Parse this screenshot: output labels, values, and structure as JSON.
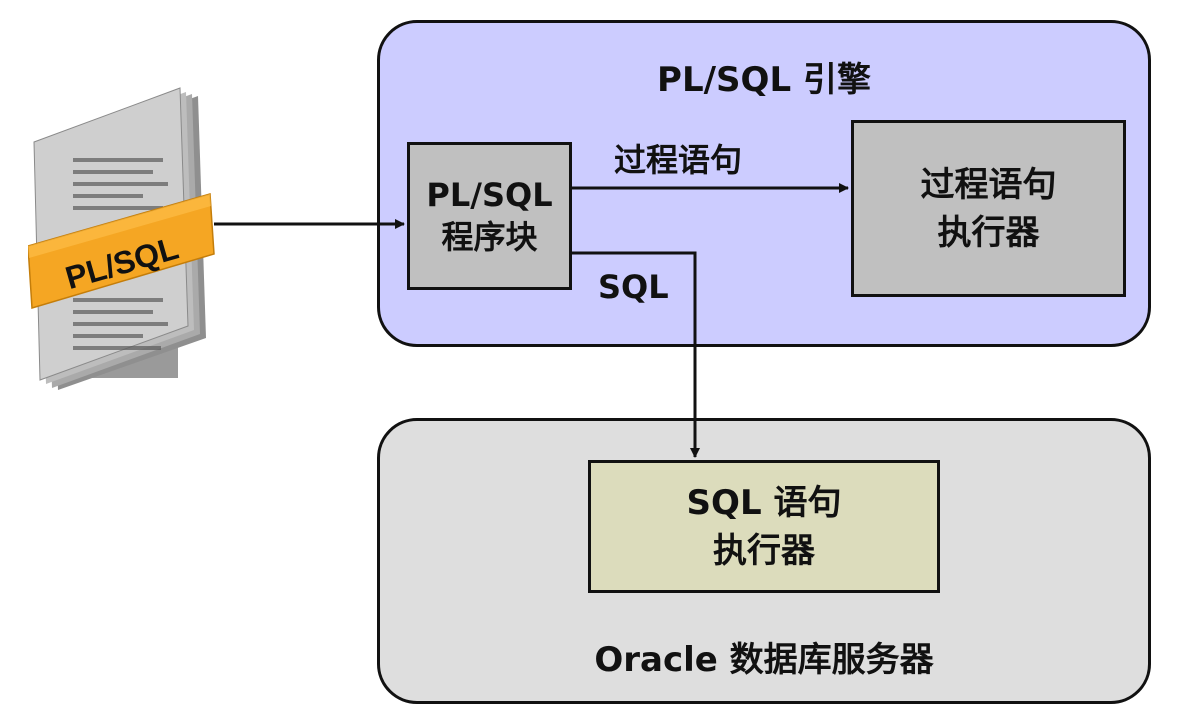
{
  "engine": {
    "title": "PL/SQL 引擎"
  },
  "block": {
    "line1": "PL/SQL",
    "line2": "程序块"
  },
  "proc_exec": {
    "line1": "过程语句",
    "line2": "执行器"
  },
  "labels": {
    "procedural": "过程语句",
    "sql": "SQL"
  },
  "server": {
    "title": "Oracle 数据库服务器"
  },
  "sql_exec": {
    "line1": "SQL 语句",
    "line2": "执行器"
  },
  "document_icon": {
    "label": "PL/SQL",
    "band_color": "#f5a623"
  },
  "colors": {
    "engine_fill": "#ccccff",
    "server_fill": "#dedede",
    "box_fill": "#c0c0c0",
    "sql_exec_fill": "#dcdcbc"
  }
}
